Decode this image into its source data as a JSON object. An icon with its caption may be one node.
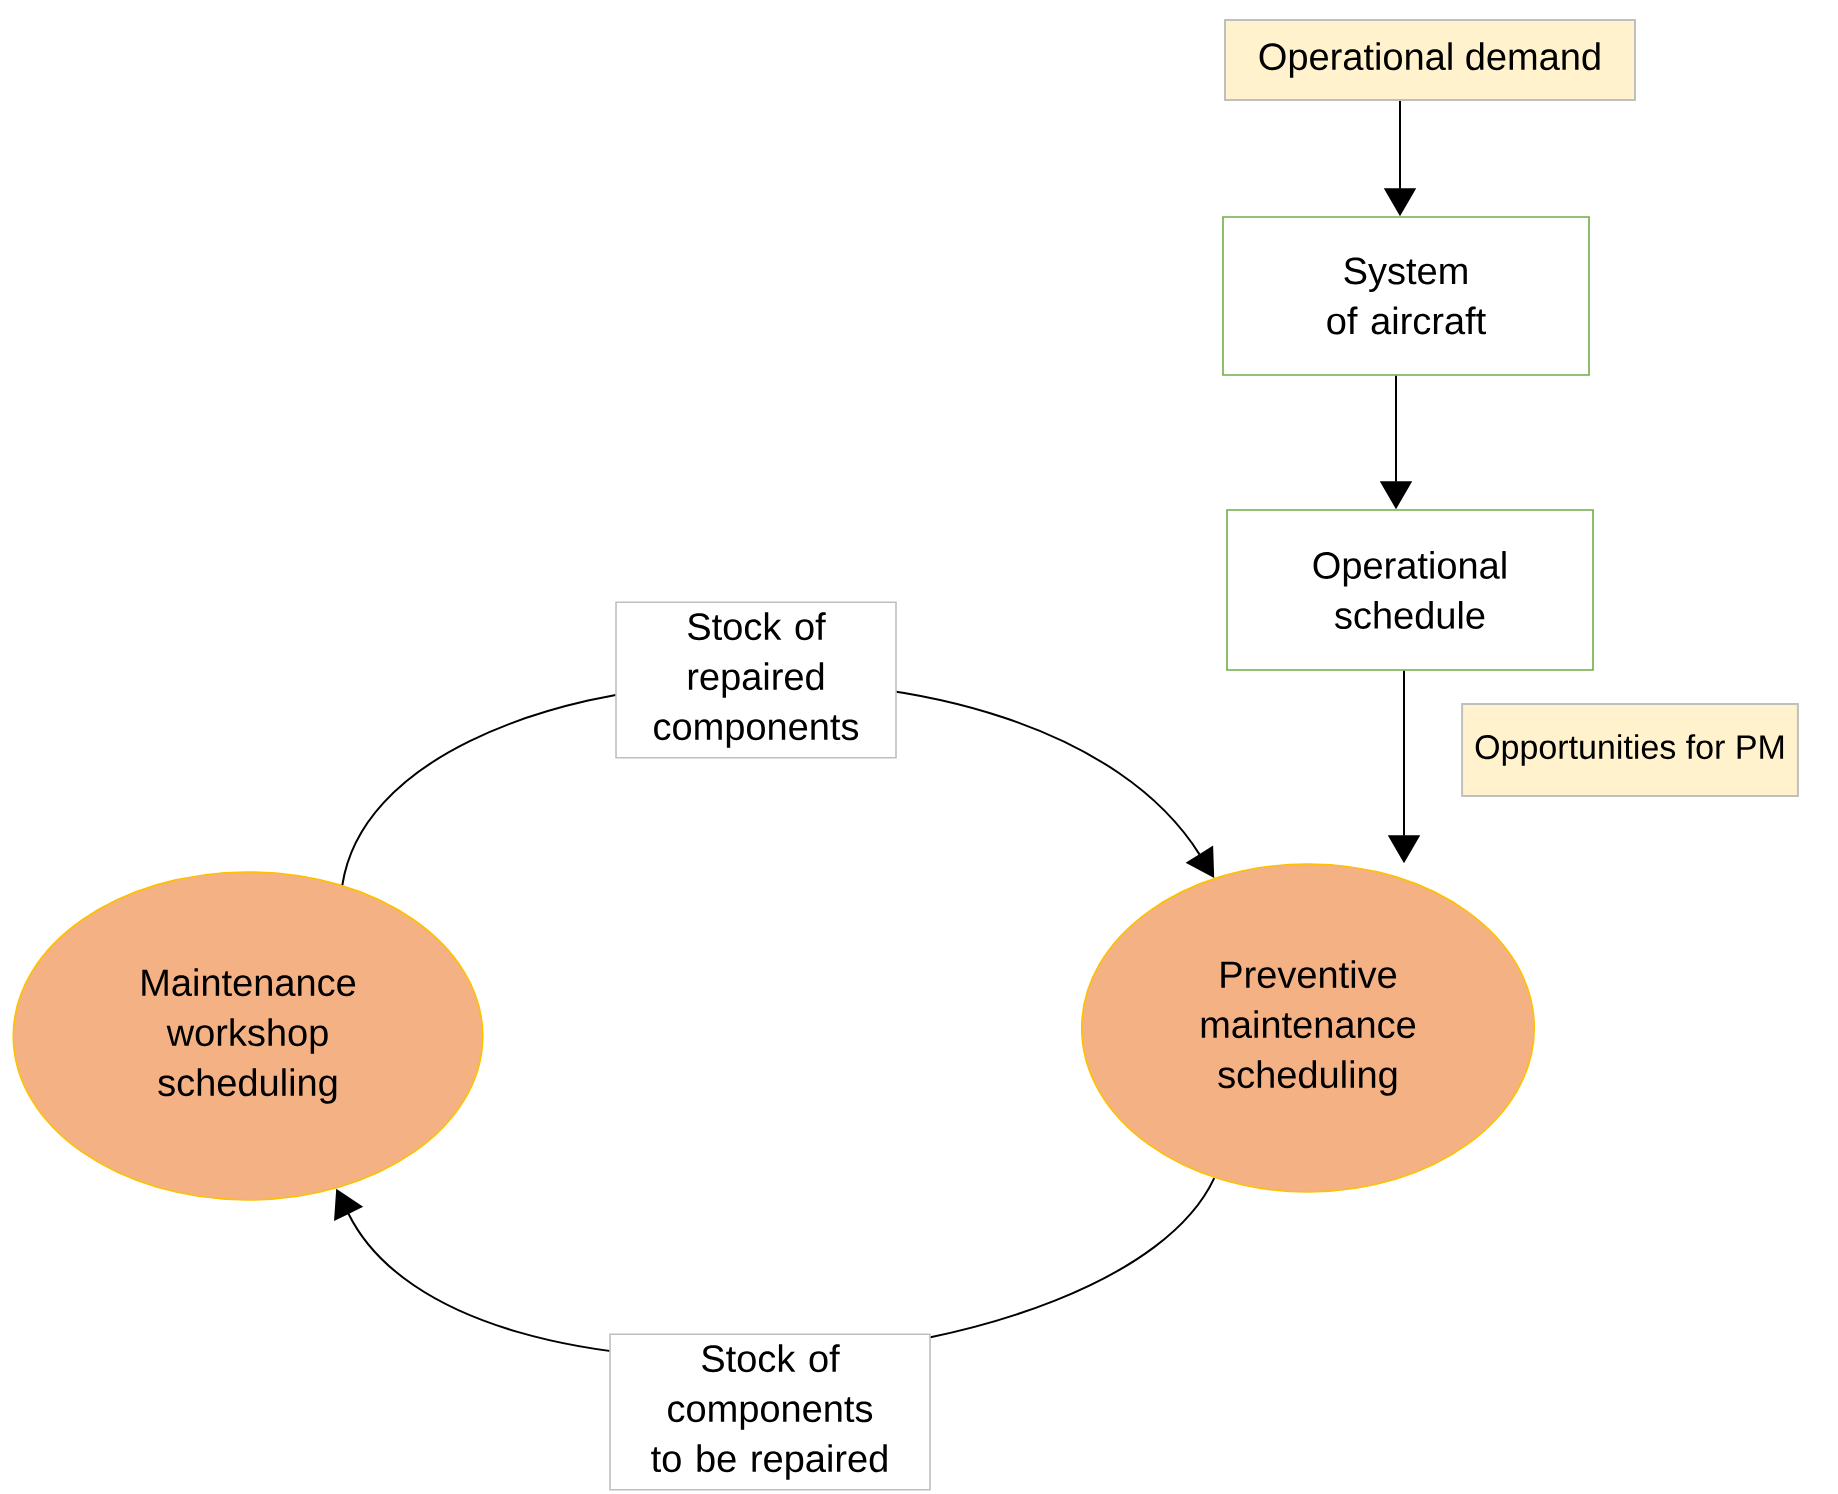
{
  "diagram": {
    "nodes": [
      {
        "text": [
          "Operational demand"
        ]
      },
      {
        "text": [
          "System of aircraft"
        ]
      },
      {
        "text": [
          "Operational schedule"
        ]
      },
      {
        "text": [
          "Maintenance workshop scheduling"
        ]
      },
      {
        "text": [
          "Preventive maintenance scheduling"
        ]
      }
    ],
    "edges": [
      {
        "from": 0,
        "to": 1,
        "arrow": "to"
      },
      {
        "from": 1,
        "to": 2,
        "arrow": "to"
      },
      {
        "from": 2,
        "to": 4,
        "arrow": "to",
        "label": "Opportunities for PM"
      },
      {
        "from": 3,
        "to": 4,
        "arrow": "to",
        "label": "Stock of repaired components"
      },
      {
        "from": 4,
        "to": 3,
        "arrow": "to",
        "label": "Stock of components to be repaired"
      }
    ]
  }
}
